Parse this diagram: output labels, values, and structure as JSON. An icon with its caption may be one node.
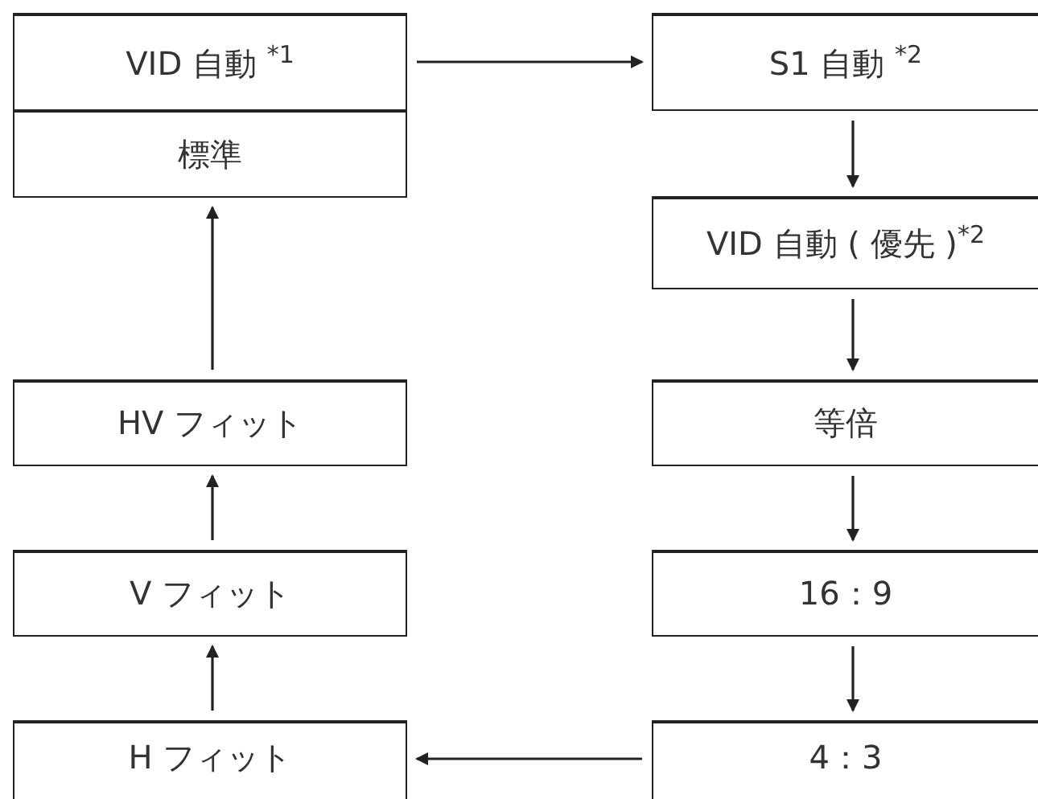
{
  "diagram": {
    "nodes": [
      {
        "text": [
          "VID 自動 $^{*1}$"
        ]
      },
      {
        "text": [
          "標準"
        ]
      },
      {
        "text": [
          "S1 自動 $^{*2}$"
        ]
      },
      {
        "text": [
          "VID 自動 ( 優先 )$^{*2}$"
        ]
      },
      {
        "text": [
          "HV フィット"
        ]
      },
      {
        "text": [
          "等倍"
        ]
      },
      {
        "text": [
          "V フィット"
        ]
      },
      {
        "text": [
          "16：9"
        ]
      },
      {
        "text": [
          "H フィット"
        ]
      },
      {
        "text": [
          "4：3"
        ]
      }
    ],
    "edges": [
      {
        "from": 0,
        "to": 2,
        "arrow": "to"
      },
      {
        "from": 2,
        "to": 3,
        "arrow": "to"
      },
      {
        "from": 3,
        "to": 5,
        "arrow": "to"
      },
      {
        "from": 5,
        "to": 7,
        "arrow": "to"
      },
      {
        "from": 7,
        "to": 9,
        "arrow": "to"
      },
      {
        "from": 9,
        "to": 8,
        "arrow": "to"
      },
      {
        "from": 8,
        "to": 6,
        "arrow": "to"
      },
      {
        "from": 6,
        "to": 4,
        "arrow": "to"
      },
      {
        "from": 4,
        "to": 1,
        "arrow": "to"
      }
    ]
  }
}
